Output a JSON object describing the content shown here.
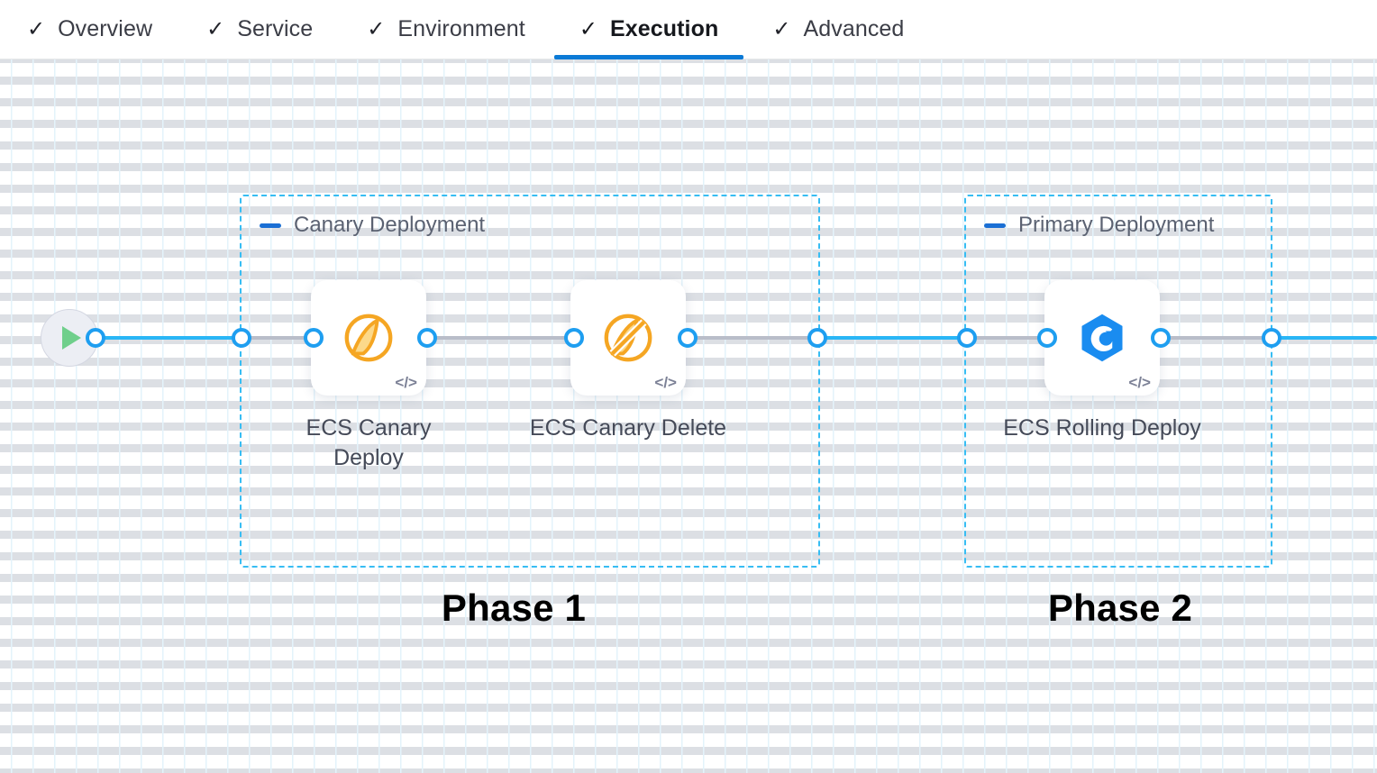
{
  "tabs": [
    {
      "label": "Overview",
      "icon": "check-icon",
      "active": false
    },
    {
      "label": "Service",
      "icon": "check-icon",
      "active": false
    },
    {
      "label": "Environment",
      "icon": "check-icon",
      "active": false
    },
    {
      "label": "Execution",
      "icon": "check-icon",
      "active": true
    },
    {
      "label": "Advanced",
      "icon": "check-icon",
      "active": false
    }
  ],
  "tab_check_glyph": "✓",
  "canvas": {
    "start_node": {
      "icon": "play-icon"
    },
    "groups": [
      {
        "title": "Canary Deployment",
        "collapse_icon": "minus-icon"
      },
      {
        "title": "Primary Deployment",
        "collapse_icon": "minus-icon"
      }
    ],
    "nodes": [
      {
        "label": "ECS Canary Deploy",
        "icon": "ecs-canary-deploy-icon",
        "badge": "code-icon",
        "badge_glyph": "</>"
      },
      {
        "label": "ECS Canary Delete",
        "icon": "ecs-canary-delete-icon",
        "badge": "code-icon",
        "badge_glyph": "</>"
      },
      {
        "label": "ECS Rolling Deploy",
        "icon": "ecs-rolling-deploy-icon",
        "badge": "code-icon",
        "badge_glyph": "</>"
      }
    ],
    "annotations": [
      {
        "label": "Phase 1"
      },
      {
        "label": "Phase 2"
      }
    ]
  },
  "colors": {
    "accent_blue": "#0b7ad6",
    "edge_blue": "#29b6f6",
    "port_blue": "#1e9ef0",
    "group_border": "#37bdf3",
    "ecs_orange": "#f5a623",
    "ecs_blue": "#1a8cf0",
    "play_green": "#6fcf8b",
    "label_grey": "#454a58"
  }
}
